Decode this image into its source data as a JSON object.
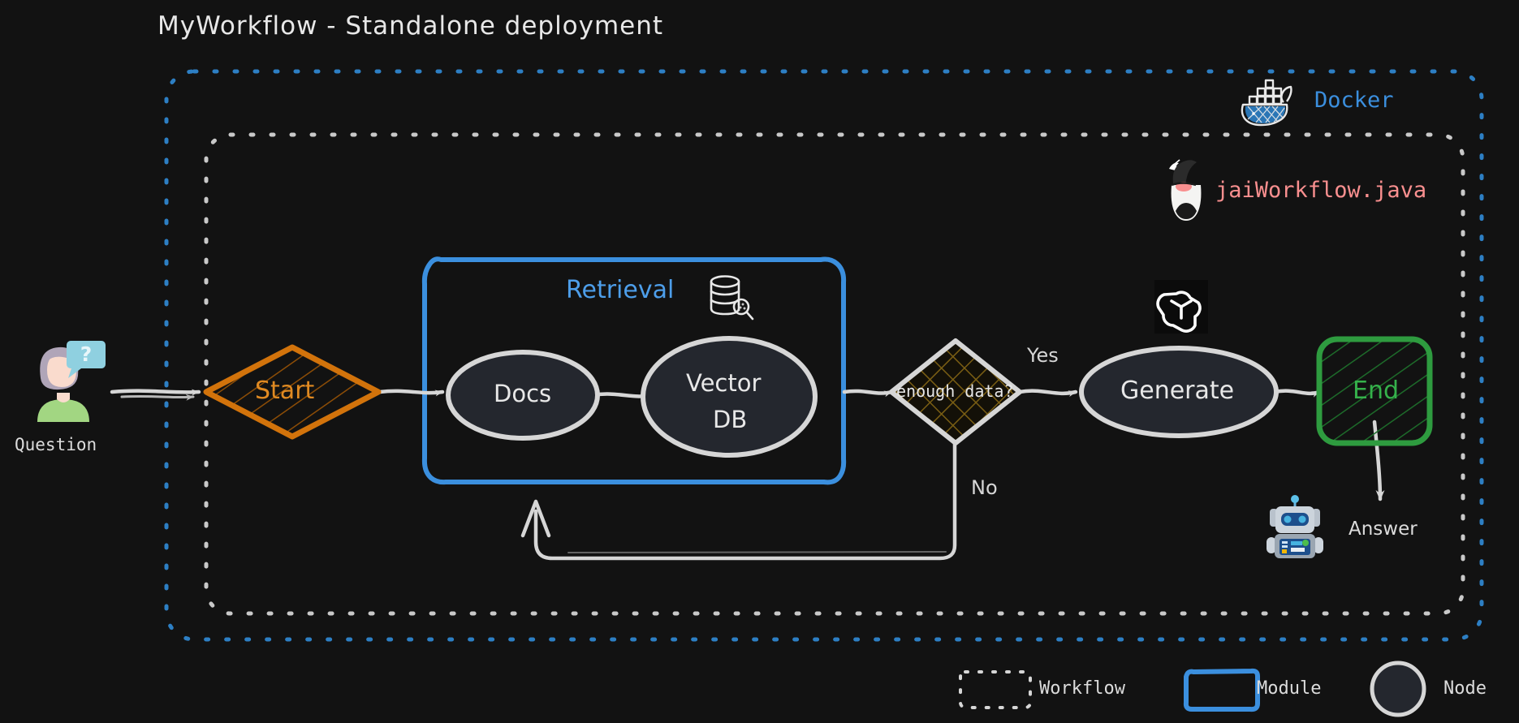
{
  "page": {
    "title": "MyWorkflow - Standalone deployment",
    "background_color": "#121212"
  },
  "colors": {
    "background": "#121212",
    "node_fill": "#24272e",
    "node_stroke": "#d6d6d6",
    "module_blue": "#3b8fde",
    "docker_blue": "#2d7fc4",
    "workflow_gray": "#c9c9c9",
    "start_orange": "#d2730b",
    "end_green": "#2e9b3f",
    "decision_hatch": "#7a5e13",
    "java_pink": "#f98f8f",
    "text_light": "#e8e8e8"
  },
  "containers": {
    "docker": {
      "label": "Docker",
      "icon": "docker-whale-icon",
      "style": "dashed",
      "color": "#2d7fc4"
    },
    "workflow": {
      "label": "jaiWorkflow.java",
      "icon": "java-duke-icon",
      "style": "dashed",
      "color": "#c9c9c9"
    },
    "module": {
      "label": "Retrieval",
      "icon": "database-search-icon",
      "style": "solid",
      "color": "#3b8fde"
    }
  },
  "nodes": [
    {
      "id": "start",
      "label": "Start",
      "shape": "diamond",
      "color": "#d2730b"
    },
    {
      "id": "docs",
      "label": "Docs",
      "shape": "ellipse",
      "color": "#d6d6d6"
    },
    {
      "id": "vectordb",
      "label": "Vector\nDB",
      "shape": "ellipse",
      "color": "#d6d6d6",
      "line1": "Vector",
      "line2": "DB"
    },
    {
      "id": "decision",
      "label": "enough data?",
      "shape": "diamond",
      "color": "#d6d6d6"
    },
    {
      "id": "generate",
      "label": "Generate",
      "shape": "ellipse",
      "color": "#d6d6d6"
    },
    {
      "id": "end",
      "label": "End",
      "shape": "rounded-square",
      "color": "#2e9b3f"
    }
  ],
  "edge_labels": {
    "yes": "Yes",
    "no": "No"
  },
  "io": {
    "question": {
      "label": "Question",
      "icon": "person-question-icon"
    },
    "answer": {
      "label": "Answer",
      "icon": "robot-icon"
    }
  },
  "badges": {
    "openai": {
      "icon": "openai-logo-icon"
    }
  },
  "legend": [
    {
      "label": "Workflow",
      "swatch": "dashed-rect"
    },
    {
      "label": "Module",
      "swatch": "blue-rounded-rect"
    },
    {
      "label": "Node",
      "swatch": "circle"
    }
  ]
}
